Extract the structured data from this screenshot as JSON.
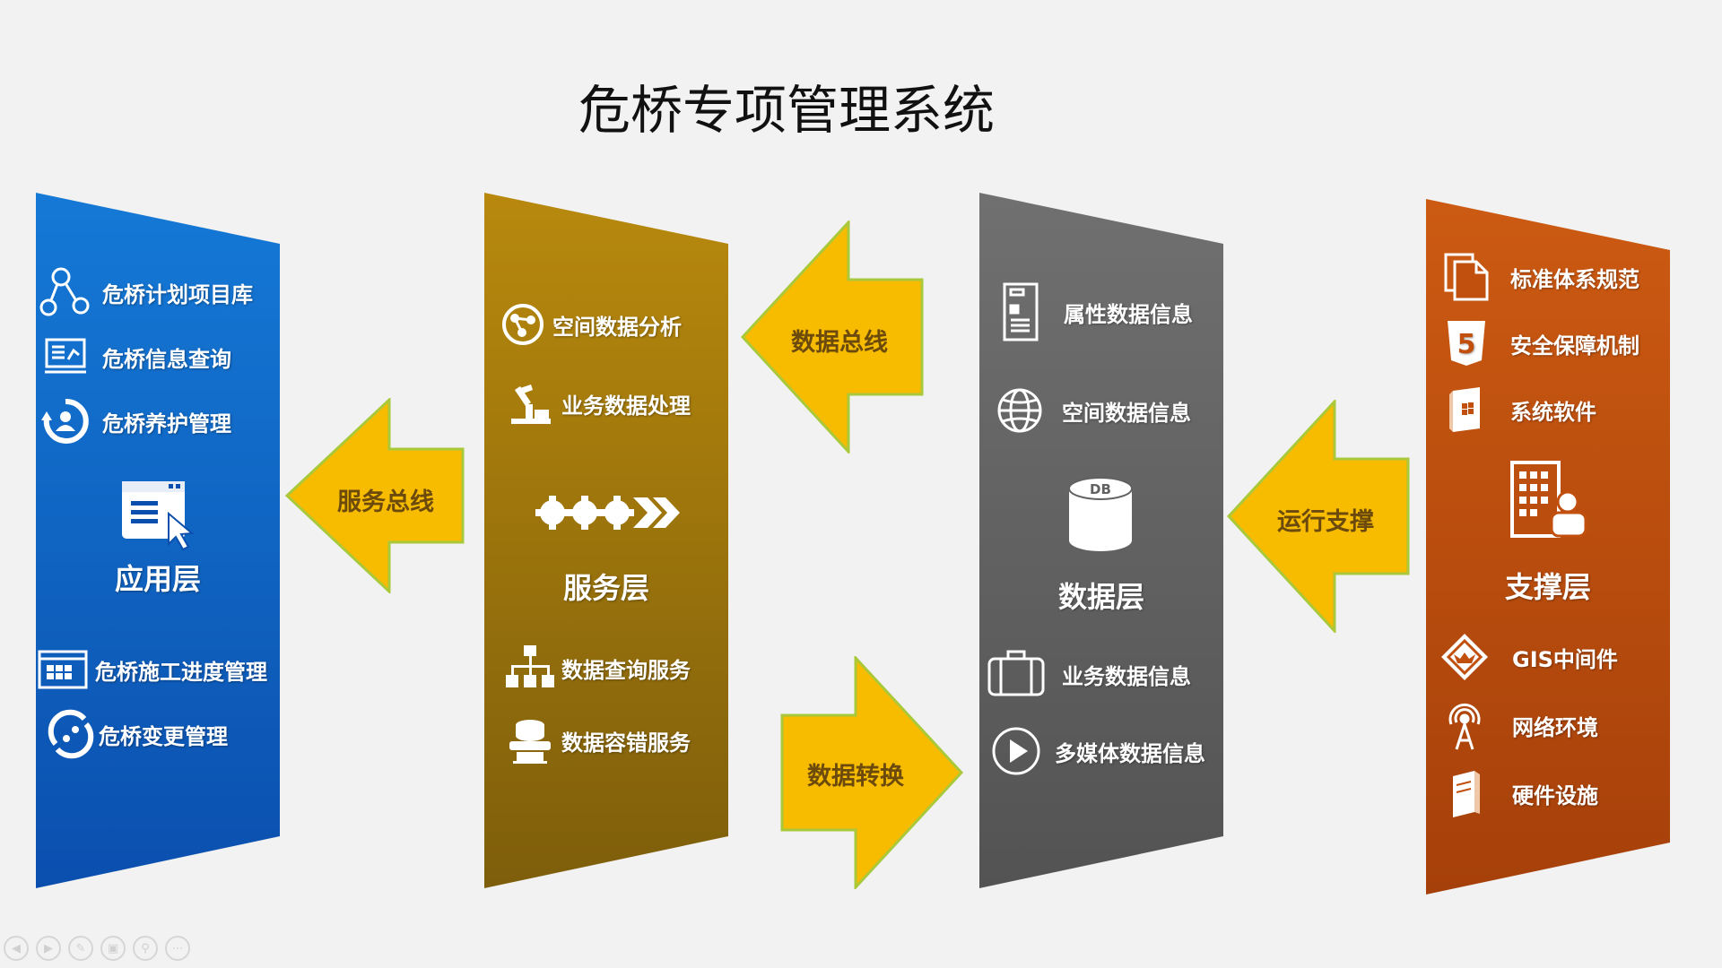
{
  "title": "危桥专项管理系统",
  "colors": {
    "application": "#0f63c6",
    "service": "#a5780c",
    "data": "#616161",
    "support": "#c1500f",
    "arrow": "#f7bb00",
    "arrow_edge": "#a9c93b"
  },
  "layers": {
    "application": {
      "name": "应用层",
      "icon": "application-window-cursor-icon",
      "items": [
        {
          "label": "危桥计划项目库",
          "icon": "network-nodes-icon"
        },
        {
          "label": "危桥信息查询",
          "icon": "monitor-chart-icon"
        },
        {
          "label": "危桥养护管理",
          "icon": "user-cycle-icon"
        },
        {
          "label": "危桥施工进度管理",
          "icon": "grid-window-icon"
        },
        {
          "label": "危桥变更管理",
          "icon": "swap-cycle-icon"
        }
      ]
    },
    "service": {
      "name": "服务层",
      "icon": "gears-chain-icon",
      "items": [
        {
          "label": "空间数据分析",
          "icon": "globe-network-icon"
        },
        {
          "label": "业务数据处理",
          "icon": "robot-arm-icon"
        },
        {
          "label": "数据查询服务",
          "icon": "hierarchy-icon"
        },
        {
          "label": "数据容错服务",
          "icon": "server-stack-icon"
        }
      ]
    },
    "data": {
      "name": "数据层",
      "icon": "database-icon",
      "db_label": "DB",
      "items": [
        {
          "label": "属性数据信息",
          "icon": "document-icon"
        },
        {
          "label": "空间数据信息",
          "icon": "globe-icon"
        },
        {
          "label": "业务数据信息",
          "icon": "briefcase-icon"
        },
        {
          "label": "多媒体数据信息",
          "icon": "play-icon"
        }
      ]
    },
    "support": {
      "name": "支撑层",
      "icon": "building-user-icon",
      "items": [
        {
          "label": "标准体系规范",
          "icon": "documents-icon"
        },
        {
          "label": "安全保障机制",
          "icon": "html5-shield-icon"
        },
        {
          "label": "系统软件",
          "icon": "software-box-icon"
        },
        {
          "label": "GIS中间件",
          "icon": "gis-diamond-icon"
        },
        {
          "label": "网络环境",
          "icon": "antenna-icon"
        },
        {
          "label": "硬件设施",
          "icon": "hardware-box-icon"
        }
      ]
    }
  },
  "arrows": {
    "service_bus": "服务总线",
    "data_bus": "数据总线",
    "data_conversion": "数据转换",
    "runtime_support": "运行支撑"
  },
  "toolbar": [
    "previous-icon",
    "next-icon",
    "pen-icon",
    "slides-icon",
    "zoom-icon",
    "more-icon"
  ]
}
